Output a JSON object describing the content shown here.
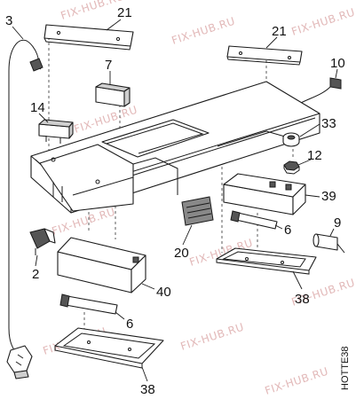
{
  "watermark": "FIX-HUB.RU",
  "drawing_code": "HOTTE38",
  "callouts": {
    "p3": "3",
    "p21a": "21",
    "p21b": "21",
    "p7": "7",
    "p10": "10",
    "p14": "14",
    "p33": "33",
    "p12": "12",
    "p39": "39",
    "p9": "9",
    "p6a": "6",
    "p20": "20",
    "p2": "2",
    "p40": "40",
    "p38a": "38",
    "p6b": "6",
    "p38b": "38"
  }
}
